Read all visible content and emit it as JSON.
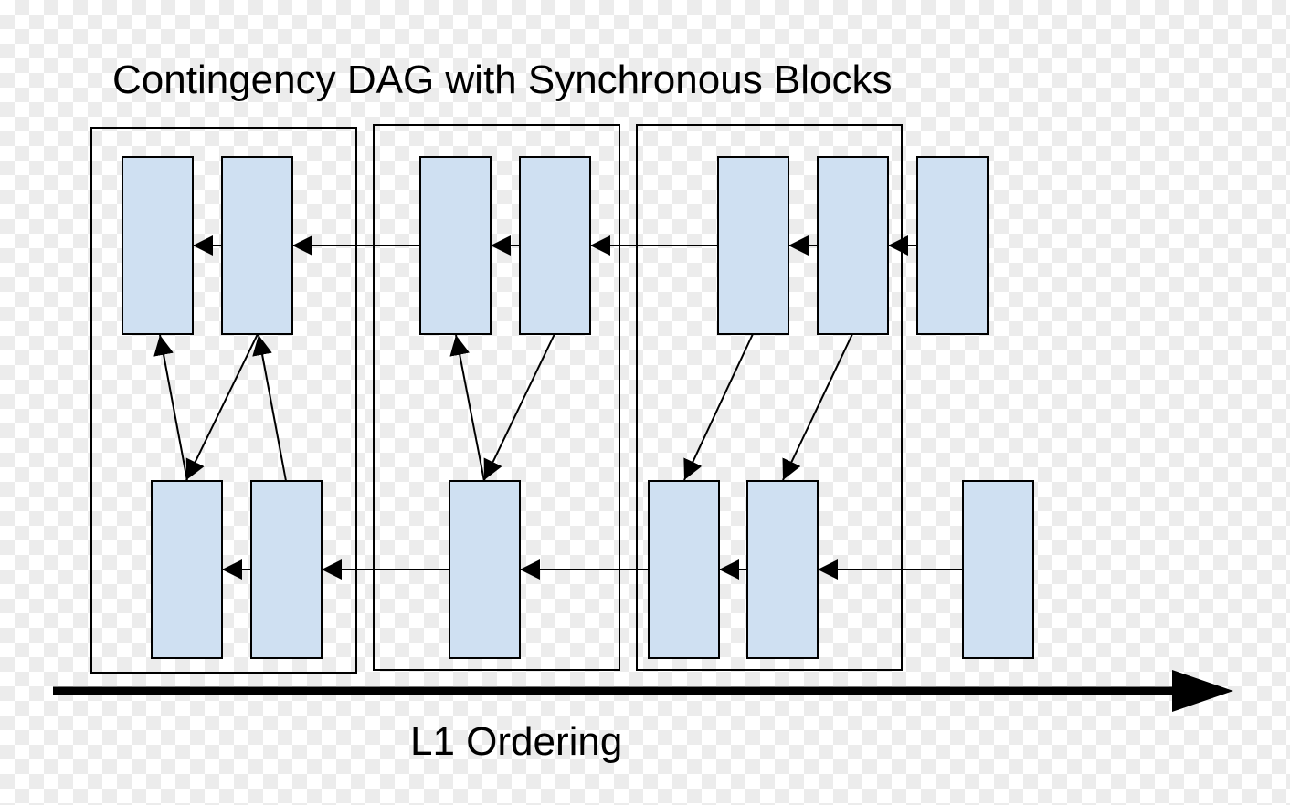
{
  "title": "Contingency DAG with Synchronous Blocks",
  "axis_label": "L1 Ordering",
  "colors": {
    "node_fill": "#cfe0f2",
    "stroke": "#000000"
  },
  "groups": [
    {
      "id": "sync-block-1"
    },
    {
      "id": "sync-block-2"
    },
    {
      "id": "sync-block-3"
    }
  ],
  "nodes": [
    {
      "id": "top-1"
    },
    {
      "id": "top-2"
    },
    {
      "id": "top-3"
    },
    {
      "id": "top-4"
    },
    {
      "id": "top-5"
    },
    {
      "id": "top-6"
    },
    {
      "id": "top-7"
    },
    {
      "id": "bottom-1"
    },
    {
      "id": "bottom-2"
    },
    {
      "id": "bottom-3"
    },
    {
      "id": "bottom-4"
    },
    {
      "id": "bottom-5"
    },
    {
      "id": "bottom-6"
    }
  ],
  "edges": [
    {
      "from": "top-2",
      "to": "top-1"
    },
    {
      "from": "top-3",
      "to": "top-2"
    },
    {
      "from": "top-4",
      "to": "top-3"
    },
    {
      "from": "top-5",
      "to": "top-4"
    },
    {
      "from": "top-6",
      "to": "top-5"
    },
    {
      "from": "top-7",
      "to": "top-6"
    },
    {
      "from": "bottom-2",
      "to": "bottom-1"
    },
    {
      "from": "bottom-3",
      "to": "bottom-2"
    },
    {
      "from": "bottom-4",
      "to": "bottom-3"
    },
    {
      "from": "bottom-5",
      "to": "bottom-4"
    },
    {
      "from": "bottom-6",
      "to": "bottom-5"
    },
    {
      "from": "bottom-1",
      "to": "top-1"
    },
    {
      "from": "top-2",
      "to": "bottom-1"
    },
    {
      "from": "bottom-2",
      "to": "top-2"
    },
    {
      "from": "bottom-3",
      "to": "top-3"
    },
    {
      "from": "top-4",
      "to": "bottom-3"
    },
    {
      "from": "top-5",
      "to": "bottom-4"
    },
    {
      "from": "top-6",
      "to": "bottom-5"
    }
  ]
}
